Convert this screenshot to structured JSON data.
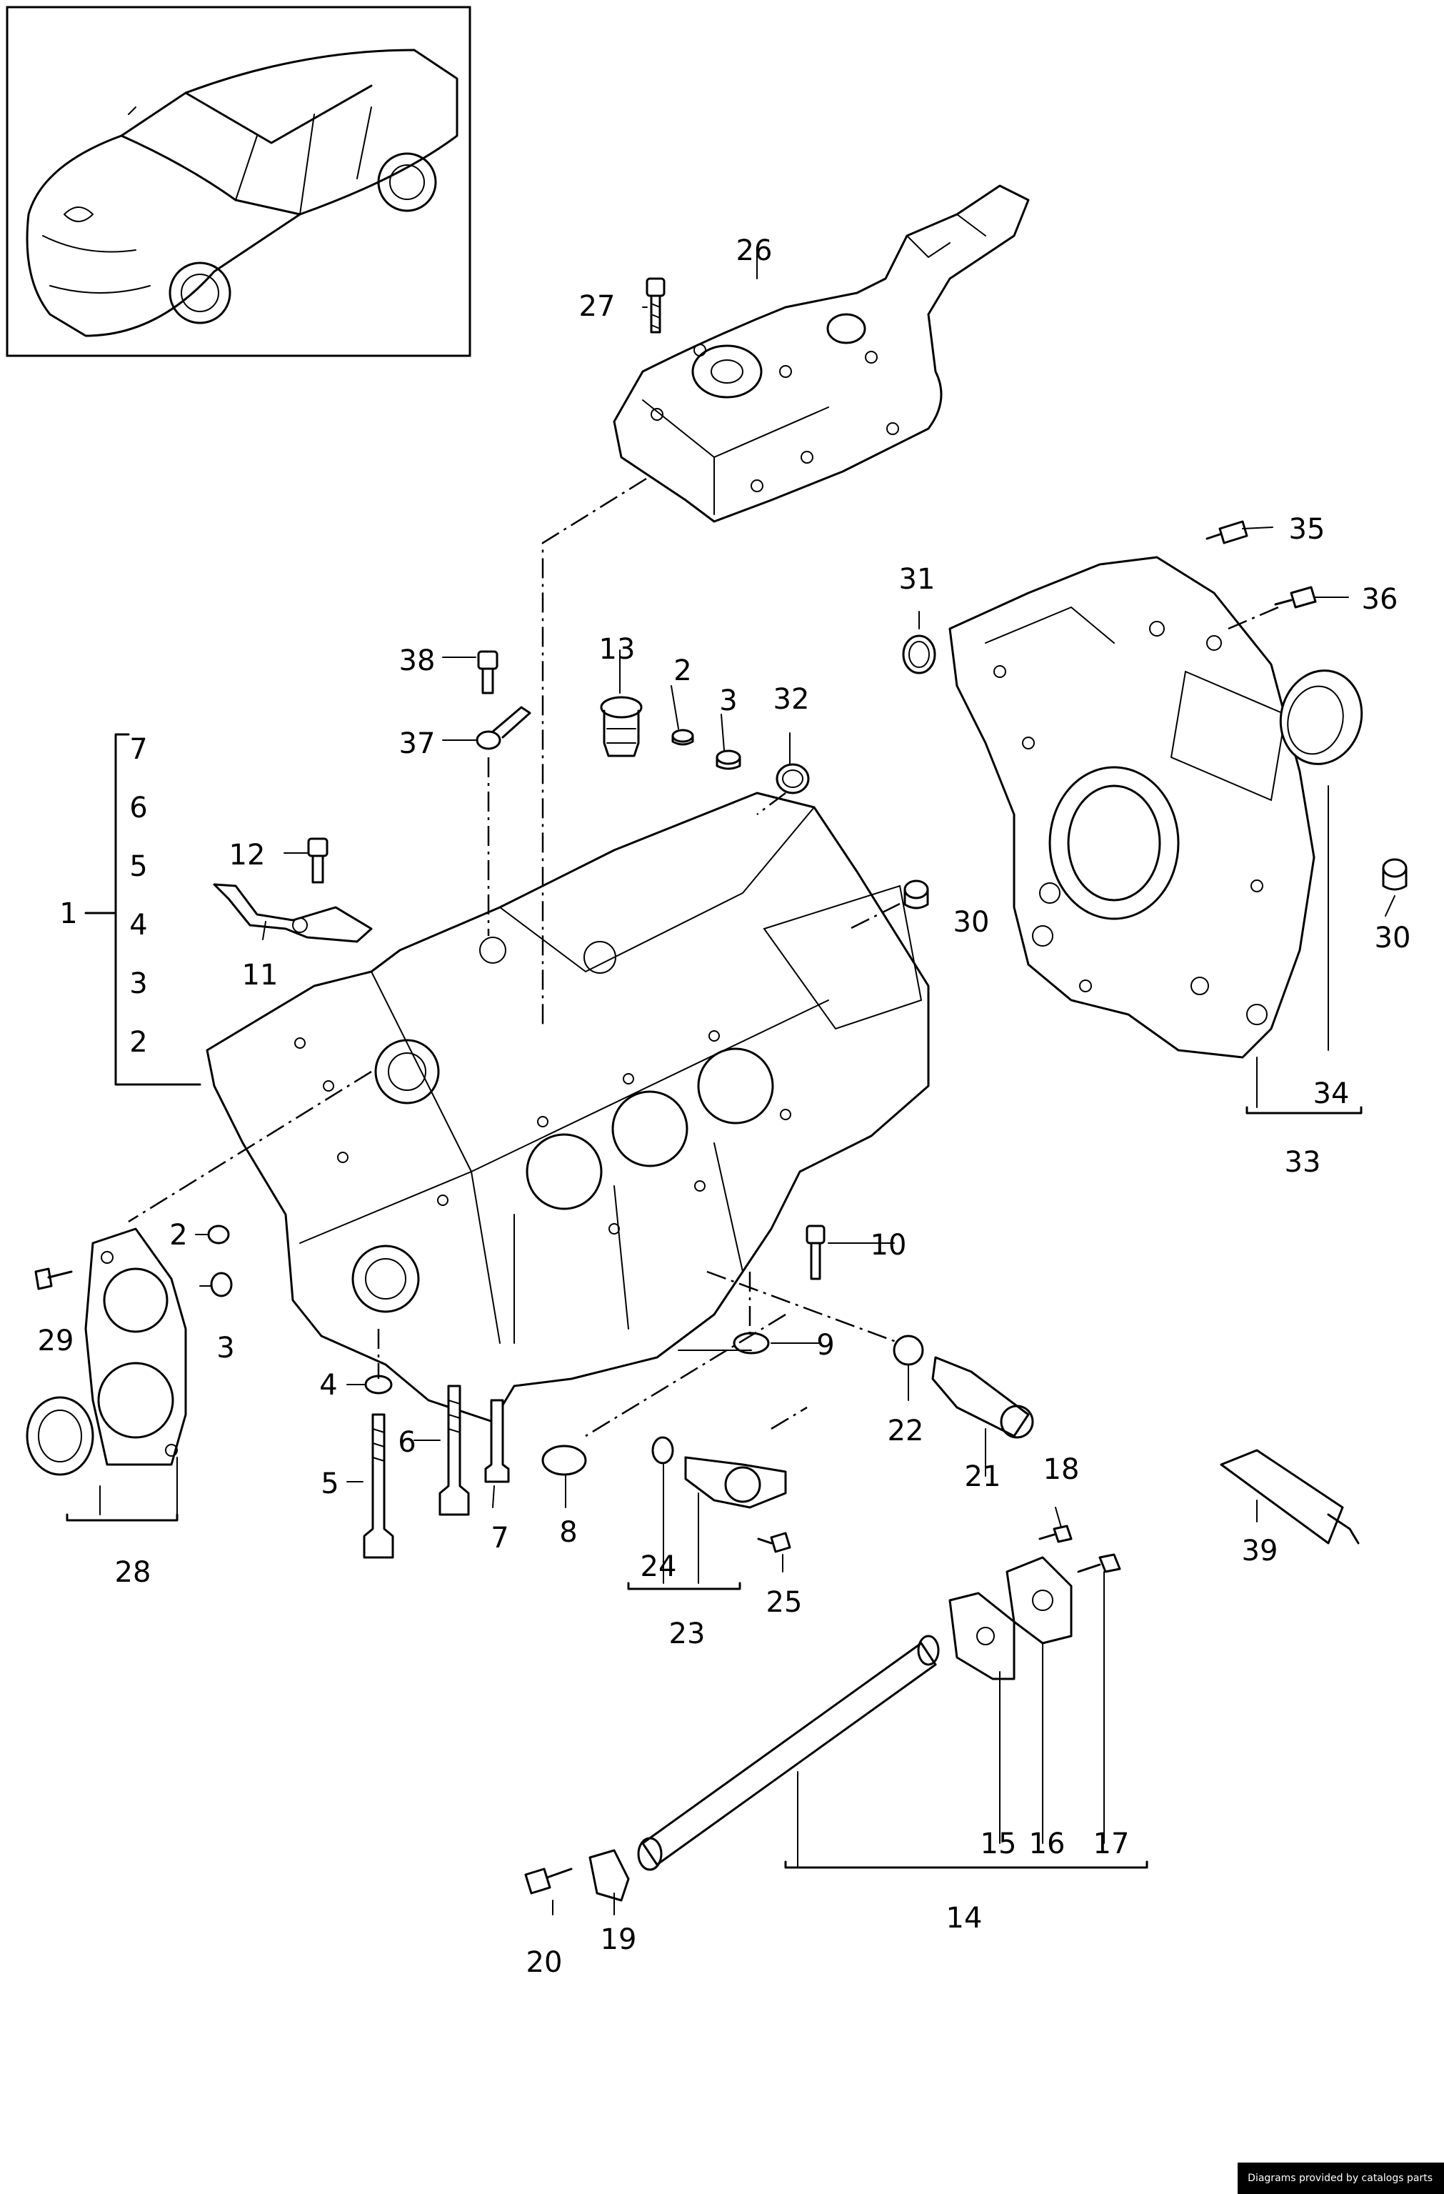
{
  "labels": {
    "l1": "1",
    "l2a": "2",
    "l2b": "2",
    "l2c": "2",
    "l3a": "3",
    "l3b": "3",
    "l3c": "3",
    "l4a": "4",
    "l4b": "4",
    "l5a": "5",
    "l5b": "5",
    "l6a": "6",
    "l6b": "6",
    "l7a": "7",
    "l7b": "7",
    "l8": "8",
    "l9": "9",
    "l10": "10",
    "l11": "11",
    "l12": "12",
    "l13": "13",
    "l14": "14",
    "l15": "15",
    "l16": "16",
    "l17": "17",
    "l18": "18",
    "l19": "19",
    "l20": "20",
    "l21": "21",
    "l22": "22",
    "l23": "23",
    "l24": "24",
    "l25": "25",
    "l26": "26",
    "l27": "27",
    "l28": "28",
    "l29": "29",
    "l30a": "30",
    "l30b": "30",
    "l31": "31",
    "l32": "32",
    "l33": "33",
    "l34": "34",
    "l35": "35",
    "l36": "36",
    "l37": "37",
    "l38": "38",
    "l39": "39"
  },
  "footer": {
    "text": "Diagrams provided by catalogs parts"
  }
}
